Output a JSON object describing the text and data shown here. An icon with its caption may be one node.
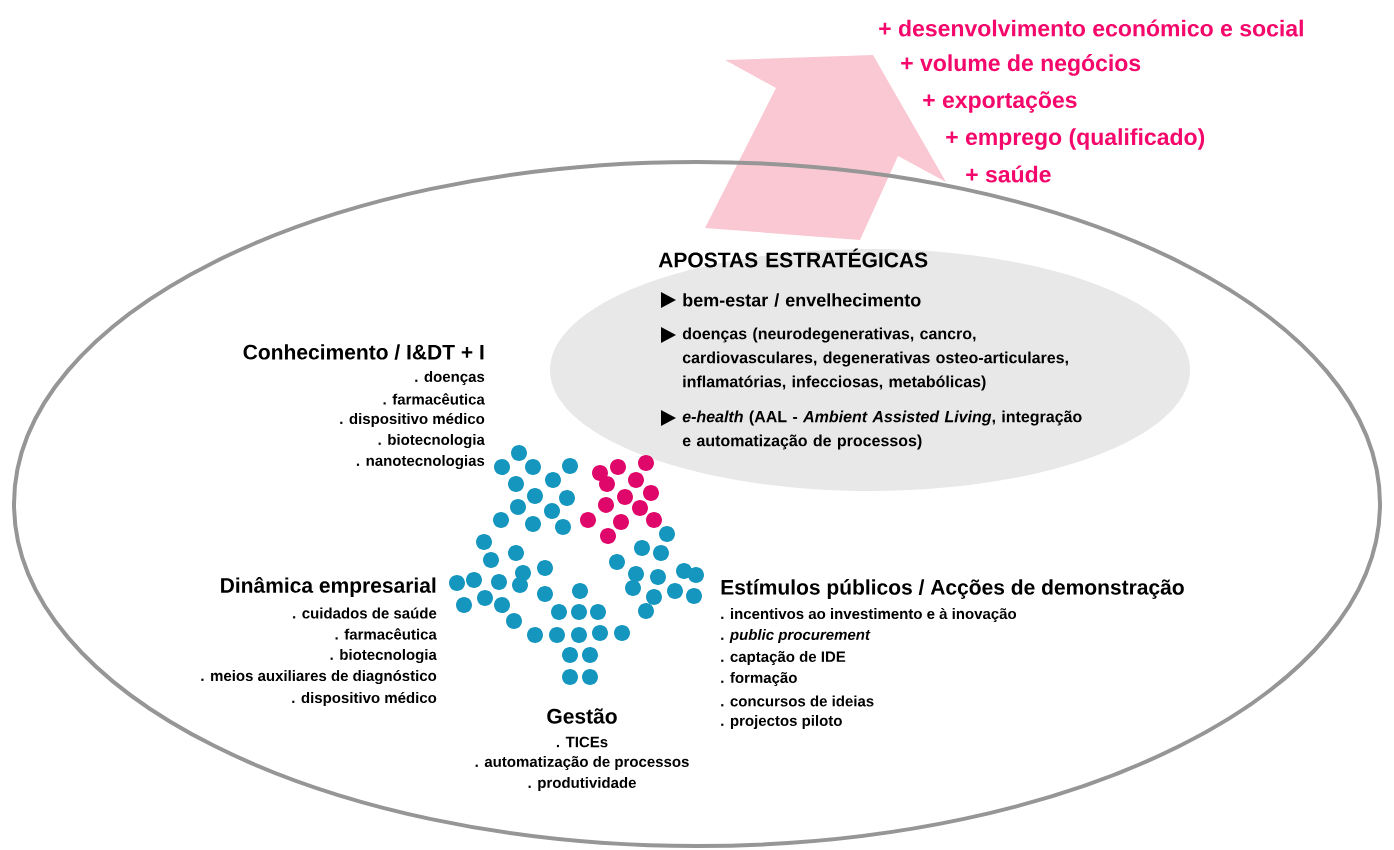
{
  "diagram": {
    "nodes": [
      {
        "text": [],
        "shape": "ellipse"
      },
      {
        "text": [
          "APOSTAS ESTRATÉGICAS",
          "bem-estar / envelhecimento",
          "doenças (neurodegenerativas, cancro, cardiovasculares, degenerativas osteo-articulares, inflamatórias, infecciosas, metabólicas)",
          "*e-health* (AAL - *Ambient Assisted Living*, integração e automatização de processos)"
        ],
        "in": 0
      }
    ],
    "labels": [
      "+ desenvolvimento económico e social",
      "+ volume de negócios",
      "+ exportações",
      "+ emprego (qualificado)",
      "+ saúde",
      "Conhecimento / I&DT + I",
      ". doenças",
      ". farmacêutica",
      ". dispositivo médico",
      ". biotecnologia",
      ". nanotecnologias",
      "Dinâmica empresarial",
      ". cuidados de saúde",
      ". farmacêutica",
      ". biotecnologia",
      ". meios auxiliares de diagnóstico",
      ". dispositivo médico",
      "Estímulos públicos / Acções de demonstração",
      ". incentivos ao investimento e à inovação",
      ". *public procurement*",
      ". captação de IDE",
      ". formação",
      ". concursos de ideias",
      ". projectos piloto",
      "Gestão",
      ". TICEs",
      ". automatização de processos",
      ". produtividade"
    ]
  }
}
